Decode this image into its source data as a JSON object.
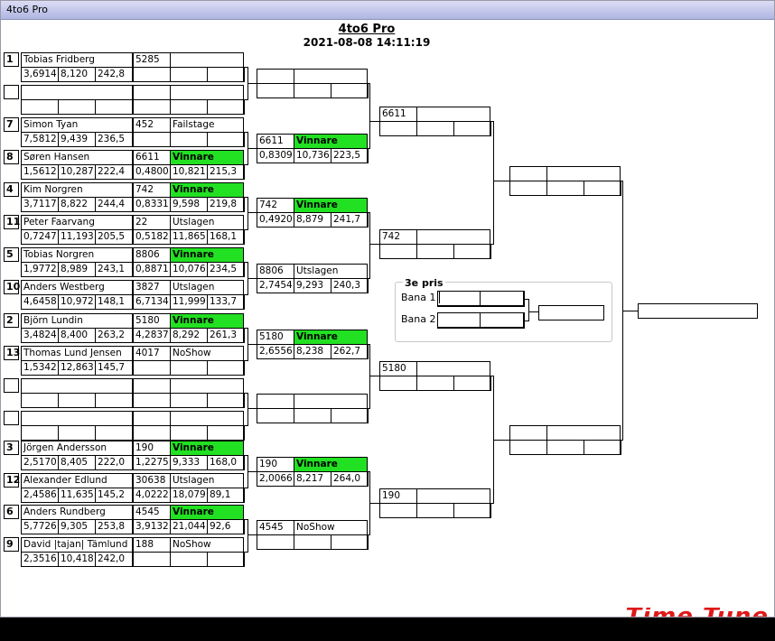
{
  "window": {
    "title": "4to6 Pro"
  },
  "heading": {
    "title": "4to6 Pro",
    "datetime": "2021-08-08 14:11:19"
  },
  "round1": [
    {
      "seed": "1",
      "name": "Tobias Fridberg",
      "rt": "3,6914",
      "et": "8,120",
      "sp": "242,8",
      "r2": "5285",
      "r2res": "",
      "r2rt": "",
      "r2et": "",
      "r2sp": "",
      "win": false
    },
    {
      "seed": "",
      "name": "",
      "rt": "",
      "et": "",
      "sp": "",
      "r2": "",
      "r2res": "",
      "r2rt": "",
      "r2et": "",
      "r2sp": "",
      "win": false
    },
    {
      "seed": "7",
      "name": "Simon Tyan",
      "rt": "7,5812",
      "et": "9,439",
      "sp": "236,5",
      "r2": "452",
      "r2res": "Failstage",
      "r2rt": "",
      "r2et": "",
      "r2sp": "",
      "win": false
    },
    {
      "seed": "8",
      "name": "Søren Hansen",
      "rt": "1,5612",
      "et": "10,287",
      "sp": "222,4",
      "r2": "6611",
      "r2res": "Vinnare",
      "r2rt": "0,4800",
      "r2et": "10,821",
      "r2sp": "215,3",
      "win": true
    },
    {
      "seed": "4",
      "name": "Kim Norgren",
      "rt": "3,7117",
      "et": "8,822",
      "sp": "244,4",
      "r2": "742",
      "r2res": "Vinnare",
      "r2rt": "0,8331",
      "r2et": "9,598",
      "r2sp": "219,8",
      "win": true
    },
    {
      "seed": "11",
      "name": "Peter Faarvang",
      "rt": "0,7247",
      "et": "11,193",
      "sp": "205,5",
      "r2": "22",
      "r2res": "Utslagen",
      "r2rt": "0,5182",
      "r2et": "11,865",
      "r2sp": "168,1",
      "win": false
    },
    {
      "seed": "5",
      "name": "Tobias Norgren",
      "rt": "1,9772",
      "et": "8,989",
      "sp": "243,1",
      "r2": "8806",
      "r2res": "Vinnare",
      "r2rt": "0,8871",
      "r2et": "10,076",
      "r2sp": "234,5",
      "win": true
    },
    {
      "seed": "10",
      "name": "Anders Westberg",
      "rt": "4,6458",
      "et": "10,972",
      "sp": "148,1",
      "r2": "3827",
      "r2res": "Utslagen",
      "r2rt": "6,7134",
      "r2et": "11,999",
      "r2sp": "133,7",
      "win": false
    },
    {
      "seed": "2",
      "name": "Björn Lundin",
      "rt": "3,4824",
      "et": "8,400",
      "sp": "263,2",
      "r2": "5180",
      "r2res": "Vinnare",
      "r2rt": "4,2837",
      "r2et": "8,292",
      "r2sp": "261,3",
      "win": true
    },
    {
      "seed": "13",
      "name": "Thomas Lund Jensen",
      "rt": "1,5342",
      "et": "12,863",
      "sp": "145,7",
      "r2": "4017",
      "r2res": "NoShow",
      "r2rt": "",
      "r2et": "",
      "r2sp": "",
      "win": false
    },
    {
      "seed": "",
      "name": "",
      "rt": "",
      "et": "",
      "sp": "",
      "r2": "",
      "r2res": "",
      "r2rt": "",
      "r2et": "",
      "r2sp": "",
      "win": false
    },
    {
      "seed": "",
      "name": "",
      "rt": "",
      "et": "",
      "sp": "",
      "r2": "",
      "r2res": "",
      "r2rt": "",
      "r2et": "",
      "r2sp": "",
      "win": false
    },
    {
      "seed": "3",
      "name": "Jörgen Andersson",
      "rt": "2,5170",
      "et": "8,405",
      "sp": "222,0",
      "r2": "190",
      "r2res": "Vinnare",
      "r2rt": "1,2275",
      "r2et": "9,333",
      "r2sp": "168,0",
      "win": true
    },
    {
      "seed": "12",
      "name": "Alexander Edlund",
      "rt": "2,4586",
      "et": "11,635",
      "sp": "145,2",
      "r2": "30638",
      "r2res": "Utslagen",
      "r2rt": "4,0222",
      "r2et": "18,079",
      "r2sp": "89,1",
      "win": false
    },
    {
      "seed": "6",
      "name": "Anders Rundberg",
      "rt": "5,7726",
      "et": "9,305",
      "sp": "253,8",
      "r2": "4545",
      "r2res": "Vinnare",
      "r2rt": "3,9132",
      "r2et": "21,044",
      "r2sp": "92,6",
      "win": true
    },
    {
      "seed": "9",
      "name": "David |tajan| Tämlund",
      "rt": "2,3516",
      "et": "10,418",
      "sp": "242,0",
      "r2": "188",
      "r2res": "NoShow",
      "r2rt": "",
      "r2et": "",
      "r2sp": "",
      "win": false
    }
  ],
  "round3": [
    {
      "num": "",
      "res": "",
      "rt": "",
      "et": "",
      "sp": "",
      "win": false
    },
    {
      "num": "6611",
      "res": "Vinnare",
      "rt": "0,8309",
      "et": "10,736",
      "sp": "223,5",
      "win": true
    },
    {
      "num": "742",
      "res": "Vinnare",
      "rt": "0,4920",
      "et": "8,879",
      "sp": "241,7",
      "win": true
    },
    {
      "num": "8806",
      "res": "Utslagen",
      "rt": "2,7454",
      "et": "9,293",
      "sp": "240,3",
      "win": false
    },
    {
      "num": "5180",
      "res": "Vinnare",
      "rt": "2,6556",
      "et": "8,238",
      "sp": "262,7",
      "win": true
    },
    {
      "num": "",
      "res": "",
      "rt": "",
      "et": "",
      "sp": "",
      "win": false
    },
    {
      "num": "190",
      "res": "Vinnare",
      "rt": "2,0066",
      "et": "8,217",
      "sp": "264,0",
      "win": true
    },
    {
      "num": "4545",
      "res": "NoShow",
      "rt": "",
      "et": "",
      "sp": "",
      "win": false
    }
  ],
  "round4": [
    {
      "num": "6611",
      "res": "",
      "rt": "",
      "et": "",
      "sp": ""
    },
    {
      "num": "742",
      "res": "",
      "rt": "",
      "et": "",
      "sp": ""
    },
    {
      "num": "5180",
      "res": "",
      "rt": "",
      "et": "",
      "sp": ""
    },
    {
      "num": "190",
      "res": "",
      "rt": "",
      "et": "",
      "sp": ""
    }
  ],
  "round5": [
    {
      "num": "",
      "res": "",
      "rt": "",
      "et": "",
      "sp": ""
    },
    {
      "num": "",
      "res": "",
      "rt": "",
      "et": "",
      "sp": ""
    }
  ],
  "final": {
    "winner": ""
  },
  "third_place": {
    "legend": "3e pris",
    "lane1_label": "Bana 1",
    "lane2_label": "Bana 2",
    "lane1_a": "",
    "lane1_b": "",
    "lane2_a": "",
    "lane2_b": "",
    "result": ""
  },
  "logo": {
    "text": "Time Tune"
  },
  "colors": {
    "winner_green": "#22e022",
    "titlebar": "#aeb6e2"
  }
}
